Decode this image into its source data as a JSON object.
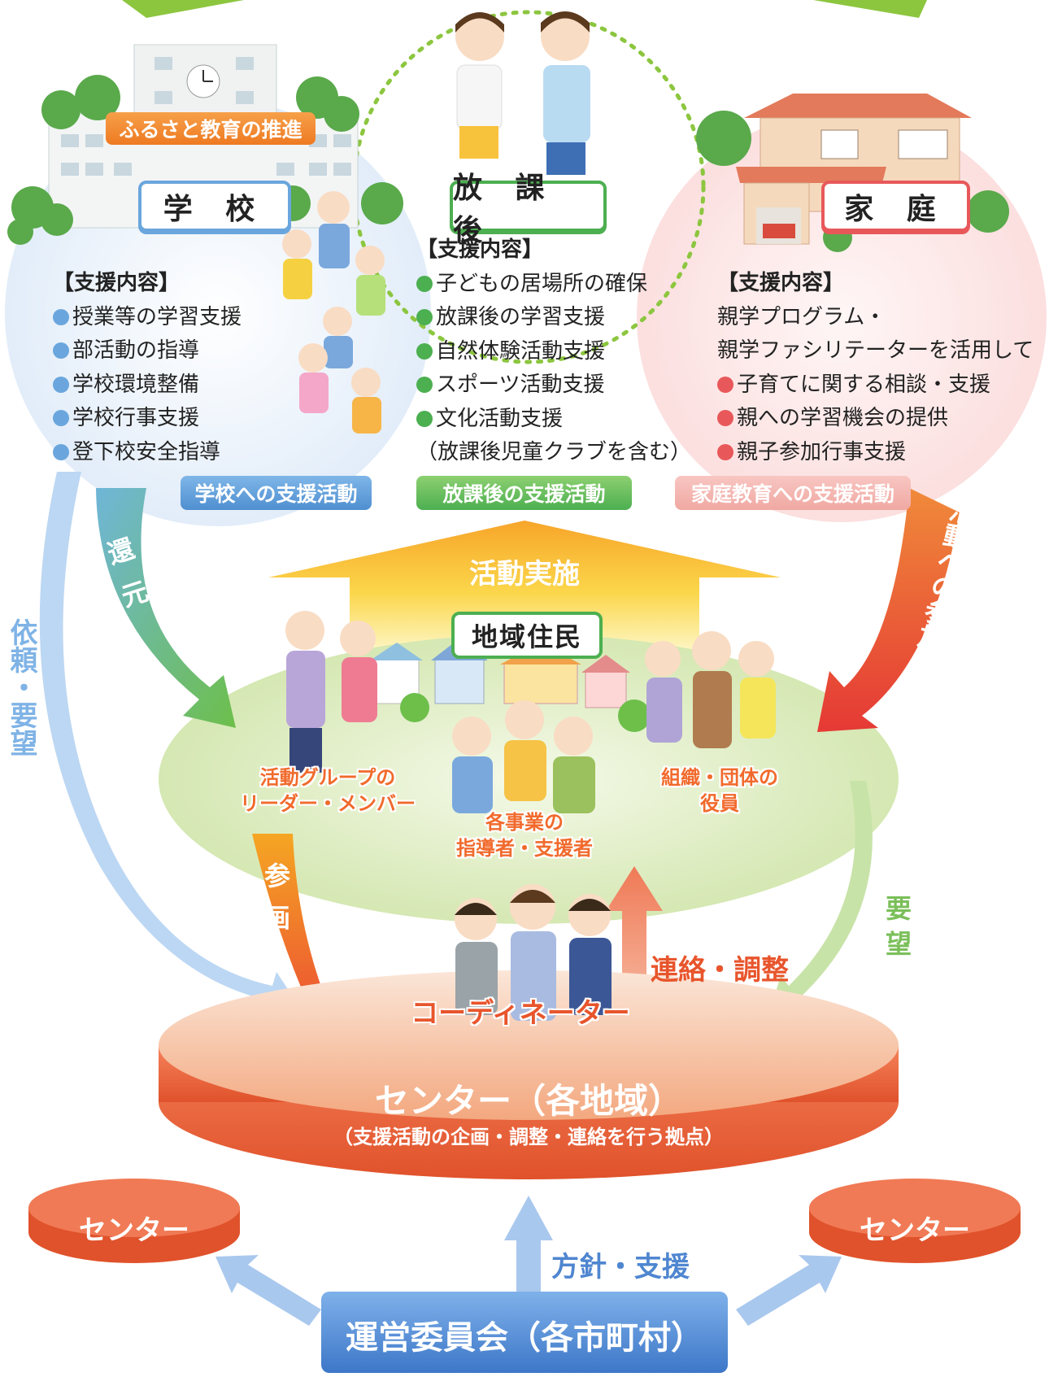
{
  "top_nodes": {
    "school": {
      "banner": "ふるさと教育の推進",
      "title": "学 校",
      "heading": "【支援内容】",
      "items": [
        "授業等の学習支援",
        "部活動の指導",
        "学校環境整備",
        "学校行事支援",
        "登下校安全指導"
      ],
      "ribbon": "学校への支援活動"
    },
    "afterschool": {
      "title": "放 課 後",
      "heading": "【支援内容】",
      "items": [
        "子どもの居場所の確保",
        "放課後の学習支援",
        "自然体験活動支援",
        "スポーツ活動支援",
        "文化活動支援"
      ],
      "note": "（放課後児童クラブを含む）",
      "ribbon": "放課後の支援活動"
    },
    "home": {
      "title": "家 庭",
      "heading": "【支援内容】",
      "intro_1": "親学プログラム・",
      "intro_2": "親学ファシリテーターを活用して",
      "items": [
        "子育てに関する相談・支援",
        "親への学習機会の提供",
        "親子参加行事支援"
      ],
      "ribbon": "家庭教育への支援活動"
    }
  },
  "arrows": {
    "activity": "活動実施",
    "return": "還 元",
    "request": "依頼・要望",
    "participation": "活動への参加",
    "planning": "参 画",
    "demand": "要 望",
    "coordination": "連絡・調整",
    "policy": "方針・支援"
  },
  "community": {
    "title": "地域住民",
    "group_leaders": [
      "活動グループの",
      "リーダー・メンバー"
    ],
    "project_leaders": [
      "各事業の",
      "指導者・支援者"
    ],
    "org_officers": [
      "組織・団体の",
      "役員"
    ]
  },
  "center": {
    "coordinator": "コーディネーター",
    "title": "センター（各地域）",
    "subtitle": "（支援活動の企画・調整・連絡を行う拠点）",
    "left_satellite": "センター",
    "right_satellite": "センター"
  },
  "committee": {
    "title": "運営委員会（各市町村）"
  },
  "colors": {
    "school": "#6aa6dd",
    "afterschool": "#4caf50",
    "home": "#e8585a",
    "center": "#e8552c",
    "committee": "#4f86d0"
  }
}
